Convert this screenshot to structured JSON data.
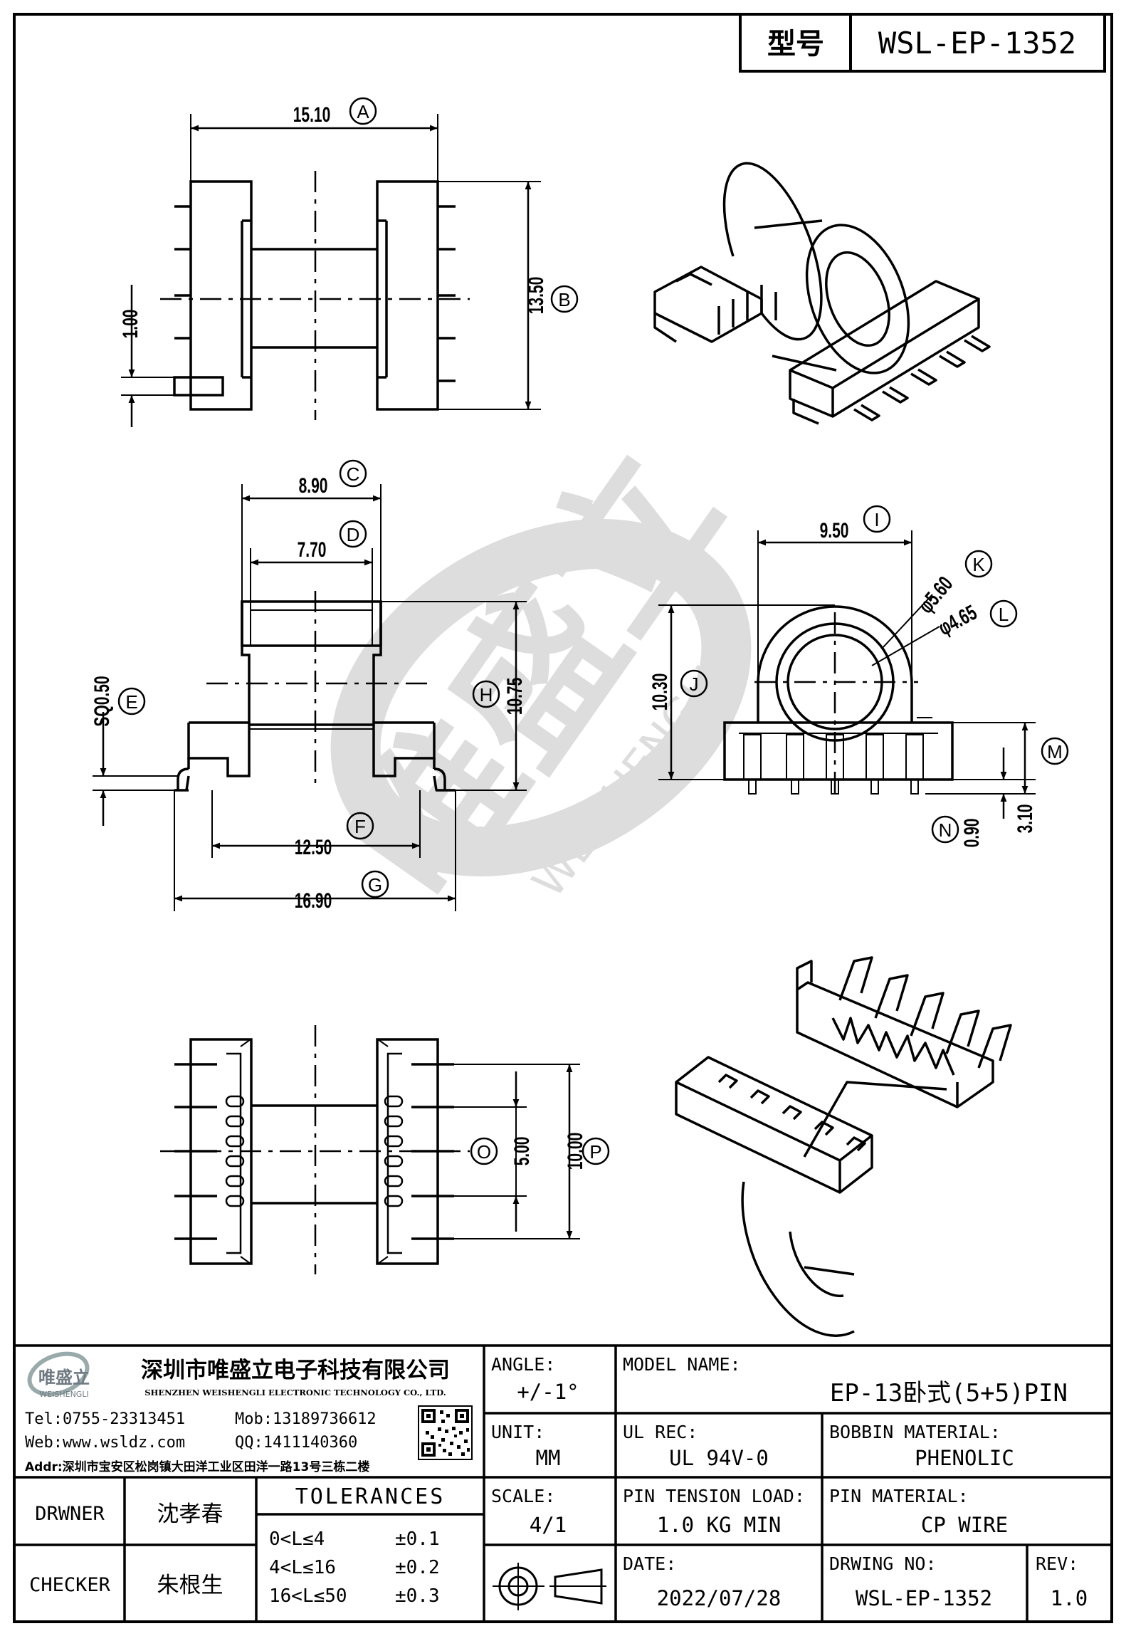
{
  "header": {
    "type_label": "型号",
    "part_no": "WSL-EP-1352"
  },
  "dimensions": {
    "A": {
      "tag": "A",
      "value": "15.10"
    },
    "B": {
      "tag": "B",
      "value": "13.50"
    },
    "pin_pitch": {
      "value": "1.00"
    },
    "C": {
      "tag": "C",
      "value": "8.90"
    },
    "D": {
      "tag": "D",
      "value": "7.70"
    },
    "E": {
      "tag": "E",
      "value": "SQ0.50"
    },
    "F": {
      "tag": "F",
      "value": "12.50"
    },
    "G": {
      "tag": "G",
      "value": "16.90"
    },
    "H": {
      "tag": "H",
      "value": "10.75"
    },
    "I": {
      "tag": "I",
      "value": "9.50"
    },
    "J": {
      "tag": "J",
      "value": "10.30"
    },
    "K": {
      "tag": "K",
      "value": "φ5.60"
    },
    "L": {
      "tag": "L",
      "value": "φ4.65"
    },
    "M": {
      "tag": "M",
      "value": "3.10"
    },
    "N": {
      "tag": "N",
      "value": "0.90"
    },
    "O": {
      "tag": "O",
      "value": "5.00"
    },
    "P": {
      "tag": "P",
      "value": "10.00"
    }
  },
  "watermark": {
    "cn": "唯盛立",
    "en": "WEISHENGLI"
  },
  "company": {
    "logo_cn": "唯盛立",
    "logo_en": "WEISHENGLI",
    "name_cn": "深圳市唯盛立电子科技有限公司",
    "name_en": "SHENZHEN WEISHENGLI ELECTRONIC TECHNOLOGY CO., LTD.",
    "tel": "Tel:0755-23313451",
    "mob": "Mob:13189736612",
    "web": "Web:www.wsldz.com",
    "qq": "QQ:1411140360",
    "addr": "Addr:深圳市宝安区松岗镇大田洋工业区田洋一路13号三栋二楼"
  },
  "title_block": {
    "angle_label": "ANGLE:",
    "angle_value": "+/-1°",
    "model_label": "MODEL NAME:",
    "model_value": "EP-13卧式(5+5)PIN",
    "unit_label": "UNIT:",
    "unit_value": "MM",
    "ul_label": "UL REC:",
    "ul_value": "UL 94V-0",
    "bobbin_label": "BOBBIN MATERIAL:",
    "bobbin_value": "PHENOLIC",
    "scale_label": "SCALE:",
    "scale_value": "4/1",
    "tension_label": "PIN TENSION LOAD:",
    "tension_value": "1.0 KG MIN",
    "pinmat_label": "PIN MATERIAL:",
    "pinmat_value": "CP WIRE",
    "drawer_label": "DRWNER",
    "drawer_name": "沈孝春",
    "checker_label": "CHECKER",
    "checker_name": "朱根生",
    "tolerances_label": "TOLERANCES",
    "tolerances": [
      {
        "range": "0<L≤4",
        "tol": "±0.1"
      },
      {
        "range": "4<L≤16",
        "tol": "±0.2"
      },
      {
        "range": "16<L≤50",
        "tol": "±0.3"
      }
    ],
    "date_label": "DATE:",
    "date_value": "2022/07/28",
    "dwg_label": "DRWING NO:",
    "dwg_value": "WSL-EP-1352",
    "rev_label": "REV:",
    "rev_value": "1.0"
  }
}
